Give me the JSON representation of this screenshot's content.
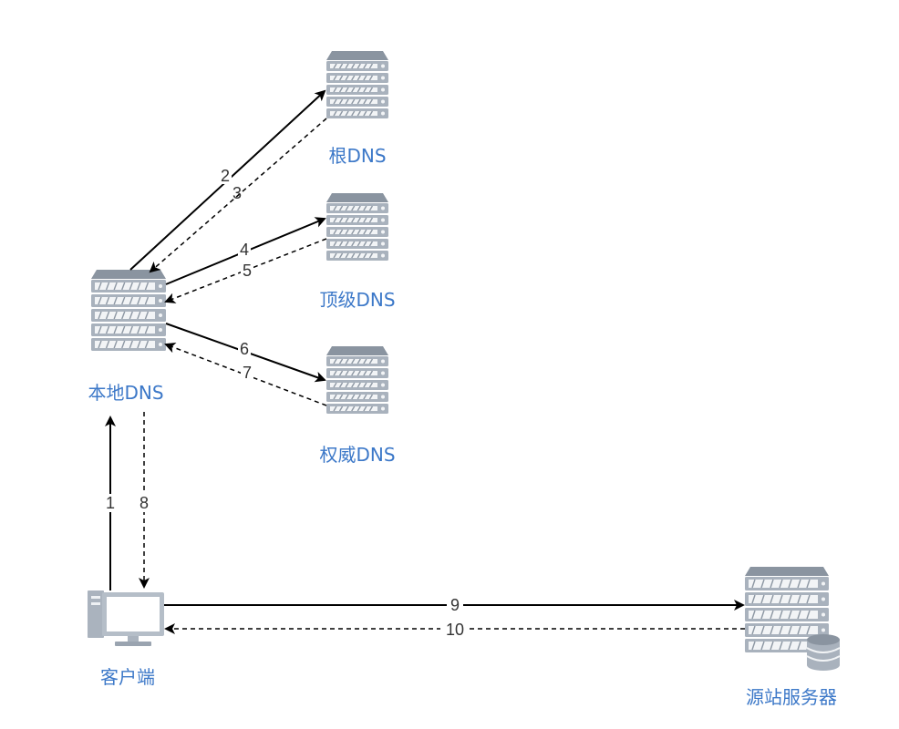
{
  "colors": {
    "node_label": "#3c78c8",
    "step_label": "#333333",
    "arrow": "#000000",
    "server_body": "#a9b2bd",
    "server_dark": "#8a94a0",
    "server_slot": "#f2f4f6",
    "server_hatch": "#8d97a3",
    "monitor_frame": "#b5bec8",
    "monitor_screen": "#ffffff"
  },
  "nodes": {
    "root_dns": {
      "label": "根DNS",
      "icon": "server-icon"
    },
    "tld_dns": {
      "label": "顶级DNS",
      "icon": "server-icon"
    },
    "auth_dns": {
      "label": "权威DNS",
      "icon": "server-icon"
    },
    "local_dns": {
      "label": "本地DNS",
      "icon": "server-icon"
    },
    "client": {
      "label": "客户端",
      "icon": "computer-icon"
    },
    "origin_server": {
      "label": "源站服务器",
      "icon": "server-with-database-icon"
    }
  },
  "edges": [
    {
      "step": "1",
      "from": "client",
      "to": "local_dns",
      "style": "solid"
    },
    {
      "step": "2",
      "from": "local_dns",
      "to": "root_dns",
      "style": "solid"
    },
    {
      "step": "3",
      "from": "root_dns",
      "to": "local_dns",
      "style": "dashed"
    },
    {
      "step": "4",
      "from": "local_dns",
      "to": "tld_dns",
      "style": "solid"
    },
    {
      "step": "5",
      "from": "tld_dns",
      "to": "local_dns",
      "style": "dashed"
    },
    {
      "step": "6",
      "from": "local_dns",
      "to": "auth_dns",
      "style": "solid"
    },
    {
      "step": "7",
      "from": "auth_dns",
      "to": "local_dns",
      "style": "dashed"
    },
    {
      "step": "8",
      "from": "local_dns",
      "to": "client",
      "style": "dashed"
    },
    {
      "step": "9",
      "from": "client",
      "to": "origin_server",
      "style": "solid"
    },
    {
      "step": "10",
      "from": "origin_server",
      "to": "client",
      "style": "dashed"
    }
  ]
}
